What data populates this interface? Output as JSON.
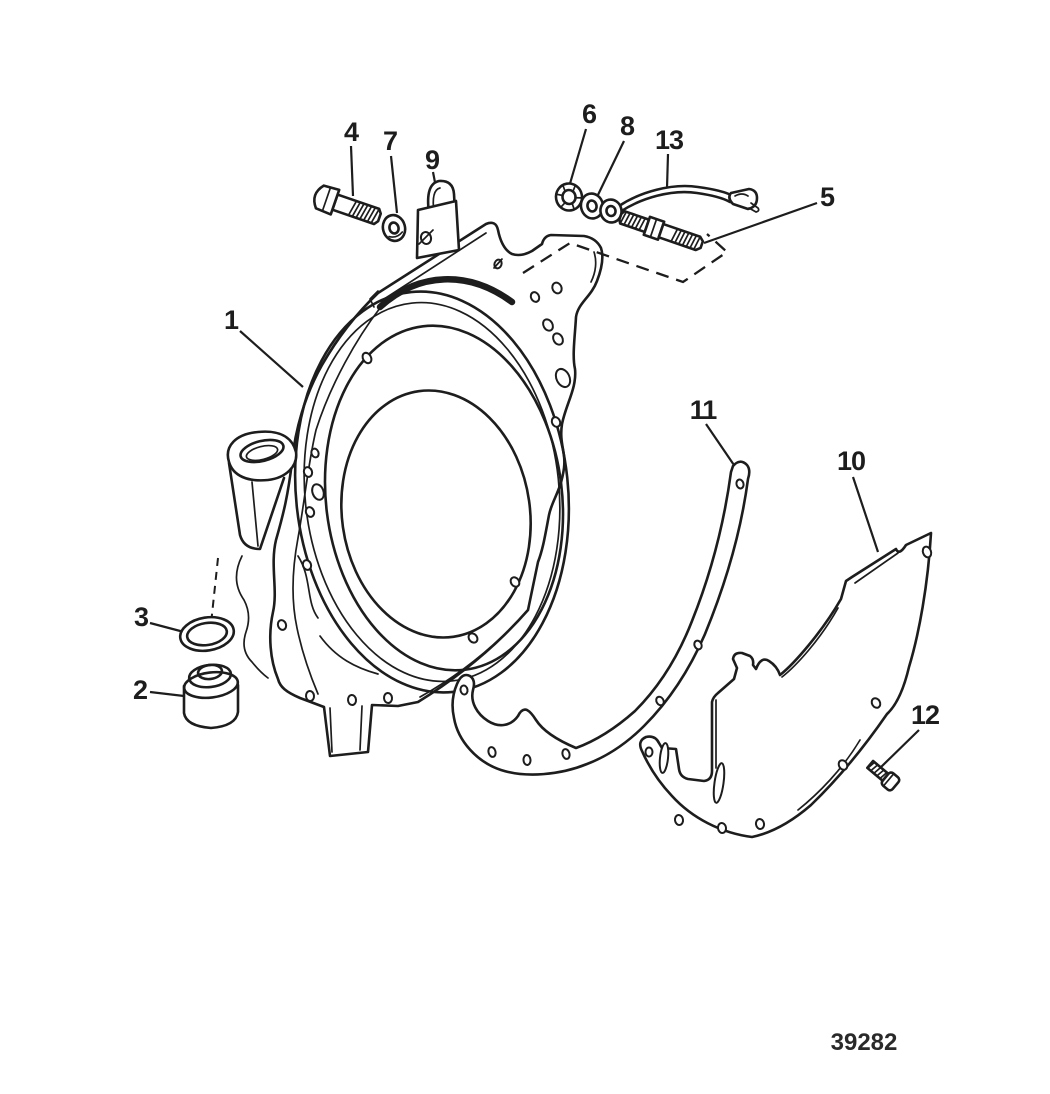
{
  "figure": {
    "drawing_number": "39282",
    "ink_color": "#1d1d1d",
    "background_color": "#ffffff"
  },
  "callouts": [
    {
      "label": "1"
    },
    {
      "label": "2"
    },
    {
      "label": "3"
    },
    {
      "label": "4"
    },
    {
      "label": "5"
    },
    {
      "label": "6"
    },
    {
      "label": "7"
    },
    {
      "label": "8"
    },
    {
      "label": "9"
    },
    {
      "label": "10"
    },
    {
      "label": "11"
    },
    {
      "label": "12"
    },
    {
      "label": "13"
    }
  ]
}
